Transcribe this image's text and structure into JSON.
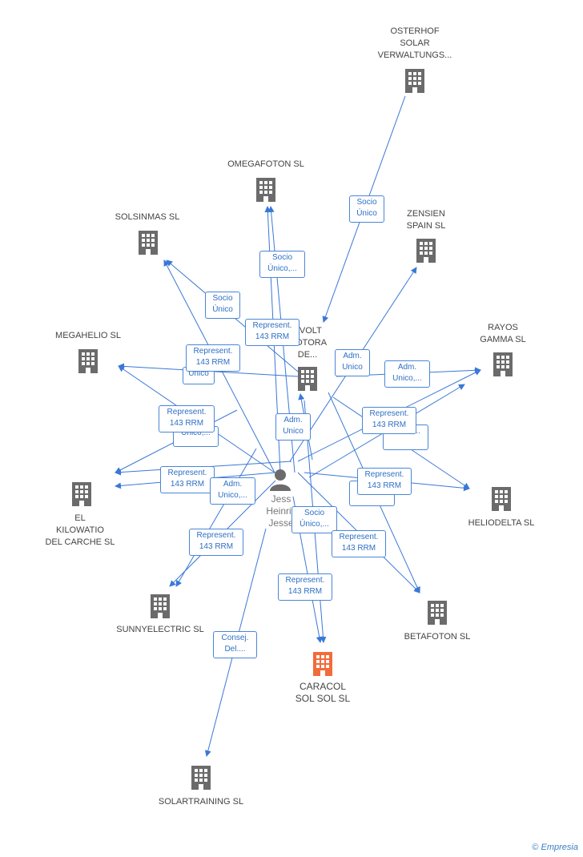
{
  "colors": {
    "edge": "#3a78d6",
    "building": "#6b6b6b",
    "focus": "#f26b3a",
    "label_border": "#4a86d6"
  },
  "nodes": [
    {
      "id": "osterhof",
      "label": "OSTERHOF\nSOLAR\nVERWALTUNGS...",
      "icon": "building-icon"
    },
    {
      "id": "omegafoton",
      "label": "OMEGAFOTON SL",
      "icon": "building-icon"
    },
    {
      "id": "zensien",
      "label": "ZENSIEN\nSPAIN SL",
      "icon": "building-icon"
    },
    {
      "id": "solsinmas",
      "label": "SOLSINMAS SL",
      "icon": "building-icon"
    },
    {
      "id": "rayos",
      "label": "RAYOS\nGAMMA SL",
      "icon": "building-icon"
    },
    {
      "id": "megahelio",
      "label": "MEGAHELIO SL",
      "icon": "building-icon"
    },
    {
      "id": "rvolt",
      "label": "RVOLT\nMOTORA\nDE...",
      "icon": "building-icon"
    },
    {
      "id": "heliodelta",
      "label": "HELIODELTA SL",
      "icon": "building-icon"
    },
    {
      "id": "kilowatio",
      "label": "EL\nKILOWATIO\nDEL CARCHE SL",
      "icon": "building-icon"
    },
    {
      "id": "sunnyelectric",
      "label": "SUNNYELECTRIC SL",
      "icon": "building-icon"
    },
    {
      "id": "betafoton",
      "label": "BETAFOTON SL",
      "icon": "building-icon"
    },
    {
      "id": "caracol",
      "label": "CARACOL\nSOL SOL SL",
      "icon": "building-icon",
      "focus": true
    },
    {
      "id": "solartraining",
      "label": "SOLARTRAINING SL",
      "icon": "building-icon"
    }
  ],
  "person": {
    "label": "Jess\nHeinric\nJesse",
    "icon": "person-icon"
  },
  "edge_labels": [
    "Socio\nÚnico",
    "Socio\nÚnico,...",
    "Socio\nÚnico",
    "Represent.\n143 RRM",
    "Represent.\n143 RRM",
    "Único",
    "Adm.\nUnico",
    "Adm.\nUnico,...",
    "Represent.\n143 RRM",
    "Represent.\n143 RRM",
    "Único,...",
    "Único,...",
    "Adm.\nUnico",
    "Represent.\n143 RRM",
    "Adm.\nUnico,...",
    "Represent.\n143 RRM",
    "Único,...",
    "Socio\nÚnico,...",
    "Represent.\n143 RRM",
    "Represent.\n143 RRM",
    "Represent.\n143 RRM",
    "Consej.\nDel...."
  ],
  "footer": {
    "copyright": "©",
    "brand": "Empresia"
  }
}
